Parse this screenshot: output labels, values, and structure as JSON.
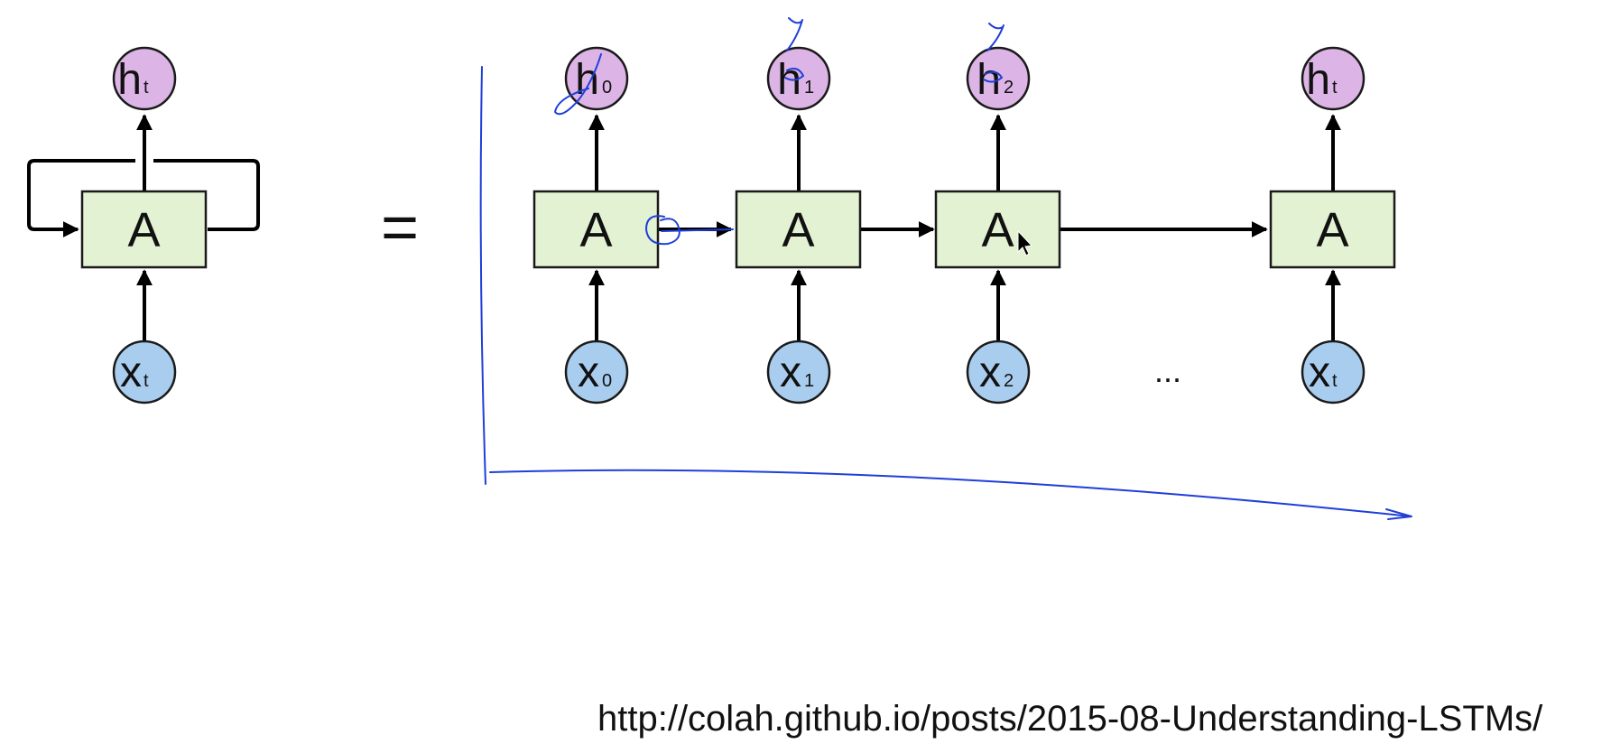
{
  "folded": {
    "cell_label": "A",
    "output": {
      "base": "h",
      "sub": "t"
    },
    "input": {
      "base": "x",
      "sub": "t"
    }
  },
  "equals": "=",
  "unrolled": [
    {
      "cell_label": "A",
      "output": {
        "base": "h",
        "sub": "0"
      },
      "input": {
        "base": "x",
        "sub": "0"
      }
    },
    {
      "cell_label": "A",
      "output": {
        "base": "h",
        "sub": "1"
      },
      "input": {
        "base": "x",
        "sub": "1"
      }
    },
    {
      "cell_label": "A",
      "output": {
        "base": "h",
        "sub": "2"
      },
      "input": {
        "base": "x",
        "sub": "2"
      }
    },
    {
      "cell_label": "A",
      "output": {
        "base": "h",
        "sub": "t"
      },
      "input": {
        "base": "x",
        "sub": "t"
      }
    }
  ],
  "ellipsis": "...",
  "source_url": "http://colah.github.io/posts/2015-08-Understanding-LSTMs/",
  "colors": {
    "cell_fill": "#e3f2d2",
    "output_fill": "#dcb4e6",
    "input_fill": "#a9cdee",
    "annotation_ink": "#1f3fd8"
  }
}
